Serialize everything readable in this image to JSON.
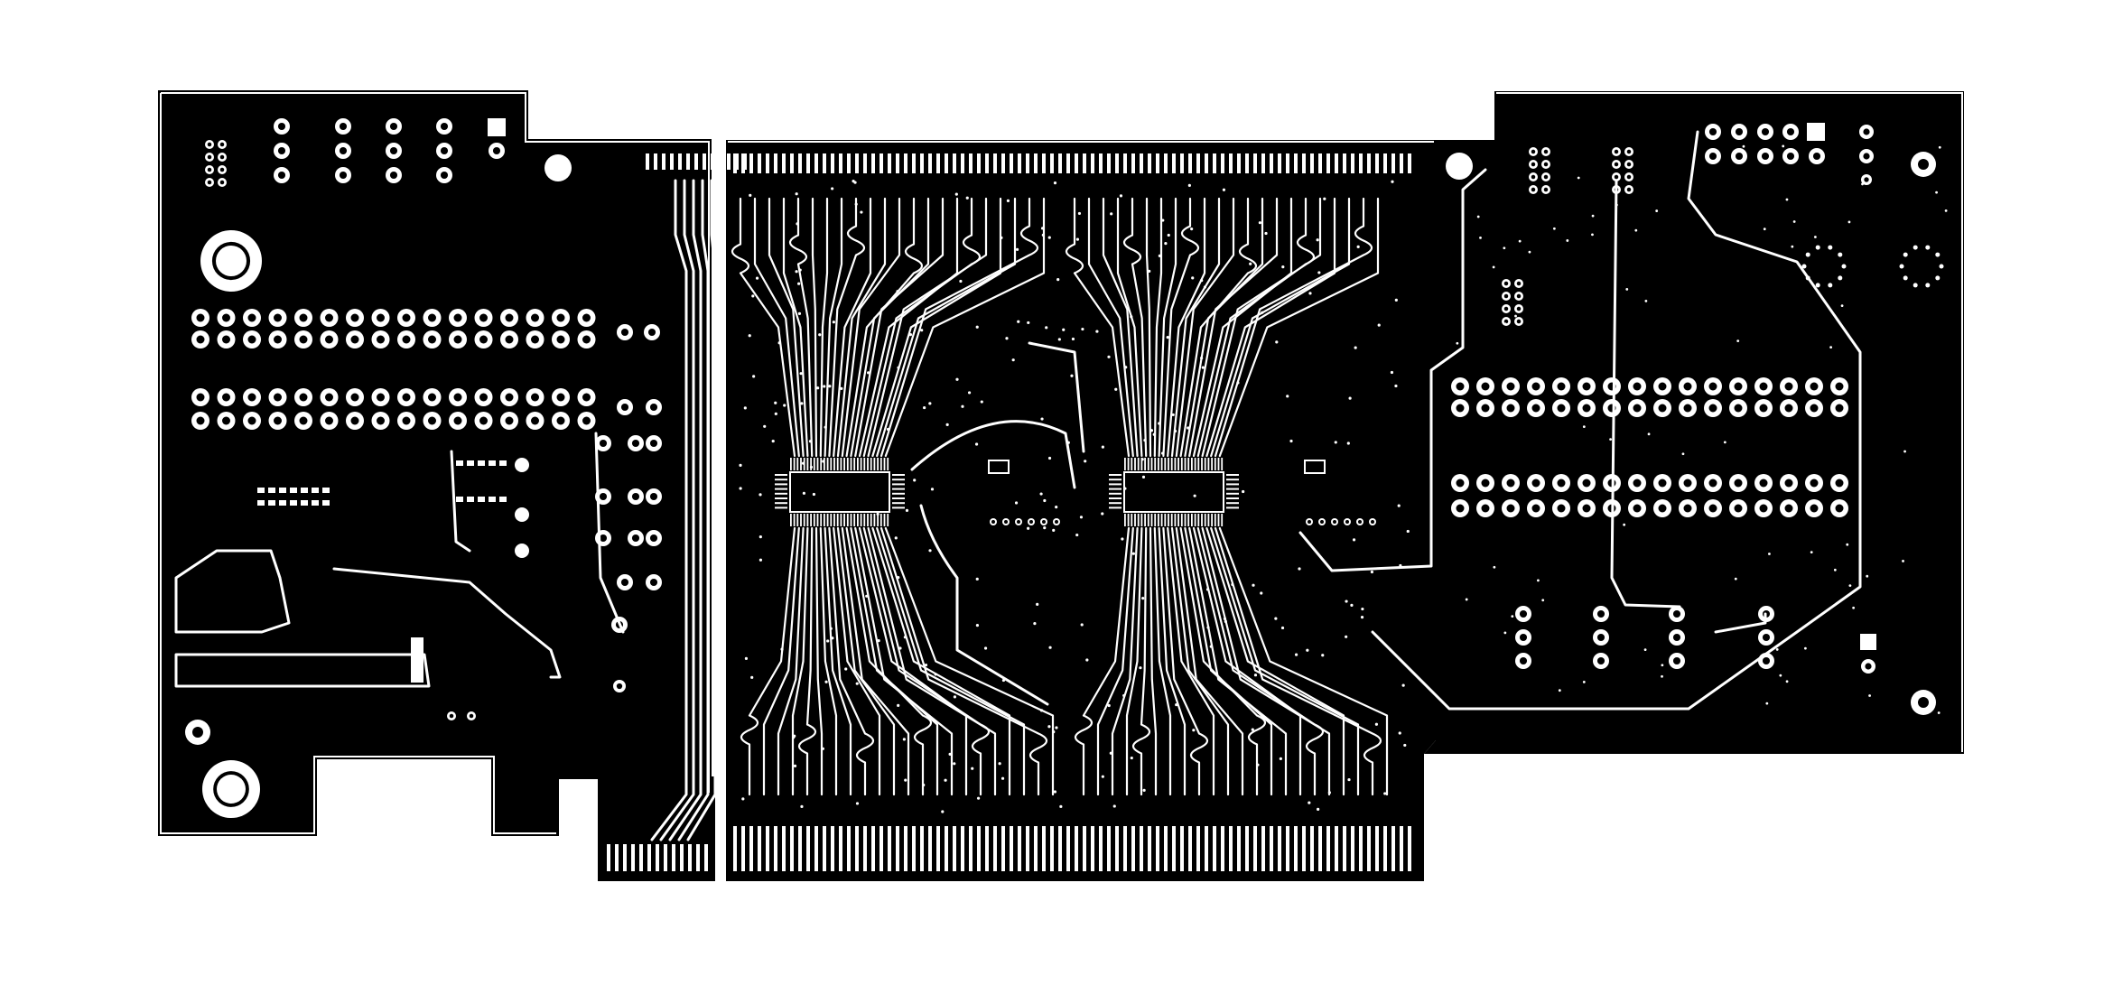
{
  "figure": {
    "kind": "pcb-copper-layer",
    "colors": {
      "copper": "#000000",
      "board_background": "#ffffff",
      "features": "#ffffff"
    },
    "regions": [
      "left-board-section",
      "center-pcie-edge-connector-section",
      "right-board-section"
    ],
    "components": {
      "chips": 2,
      "through_hole_headers": 6,
      "mounting_holes": 6,
      "edge_connectors": 2
    }
  }
}
